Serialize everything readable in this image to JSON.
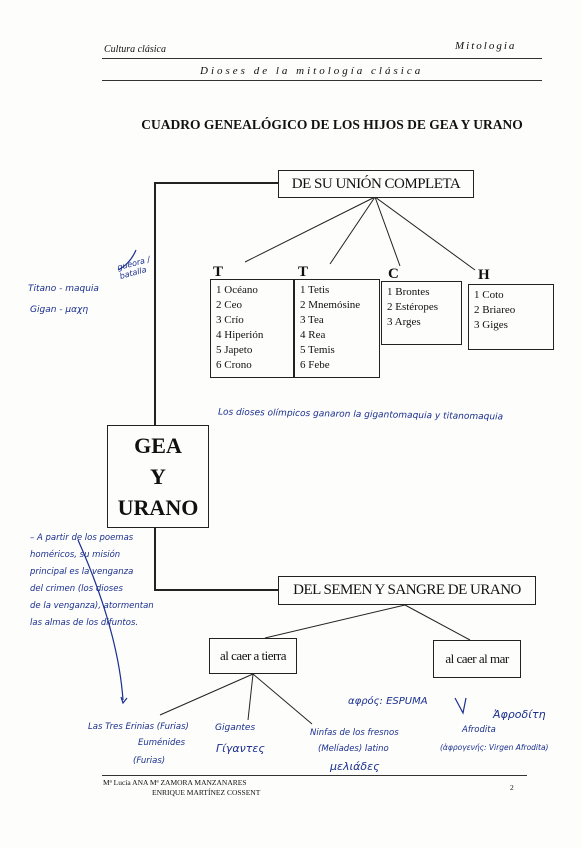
{
  "header": {
    "left": "Cultura clásica",
    "right": "Mitologia",
    "subtitle": "Dioses de la mitología clásica"
  },
  "title": "CUADRO GENEALÓGICO DE LOS HIJOS DE GEA Y URANO",
  "center_box": {
    "line1": "GEA",
    "line2": "Y",
    "line3": "URANO"
  },
  "top_branch": {
    "label": "DE SU UNIÓN COMPLETA"
  },
  "groups": [
    {
      "letter": "T",
      "items": [
        "1 Océano",
        "2 Ceo",
        "3 Crío",
        "4 Hiperión",
        "5 Japeto",
        "6 Crono"
      ]
    },
    {
      "letter": "T",
      "items": [
        "1 Tetis",
        "2 Mnemósine",
        "3 Tea",
        "4 Rea",
        "5 Temis",
        "6 Febe"
      ]
    },
    {
      "letter": "C",
      "items": [
        "1 Brontes",
        "2 Estéropes",
        "3 Arges"
      ]
    },
    {
      "letter": "H",
      "items": [
        "1 Coto",
        "2 Briareo",
        "3 Giges"
      ]
    }
  ],
  "bottom_branch": {
    "label": "DEL SEMEN Y SANGRE DE URANO",
    "left": "al caer a tierra",
    "right": "al caer al mar"
  },
  "notes": {
    "margin_top_a": "gueora / batalla",
    "margin_top_b": "Titano - maquia",
    "margin_top_c": "Gigan - μαχη",
    "middle": "Los dioses olímpicos ganaron la gigantomaquia y titanomaquia",
    "left_note": [
      "– A partir de los poemas",
      "homéricos, su misión",
      "principal es la venganza",
      "del crimen (los dioses",
      "de la venganza), atormentan",
      "las almas de los difuntos."
    ],
    "bottom_1": "Las Tres Erinias (Furias)",
    "bottom_1b": "Euménides",
    "bottom_1c": "(Furias)",
    "bottom_2": "Gigantes",
    "bottom_2b": "Γίγαντες",
    "bottom_3": "Ninfas de los fresnos",
    "bottom_3b": "(Melíades) latino",
    "bottom_3c": "μελιάδες",
    "bottom_4": "αφρός: ESPUMA",
    "bottom_5": "Afrodita",
    "bottom_5b": "Ἀφροδίτη",
    "bottom_5c": "(ἀφρογενής: Virgen Afrodita)"
  },
  "footer": {
    "line1": "Mª Lucía ANA Mª ZAMORA MANZANARES",
    "line2": "ENRIQUE MARTÍNEZ COSSENT",
    "page": "2"
  }
}
